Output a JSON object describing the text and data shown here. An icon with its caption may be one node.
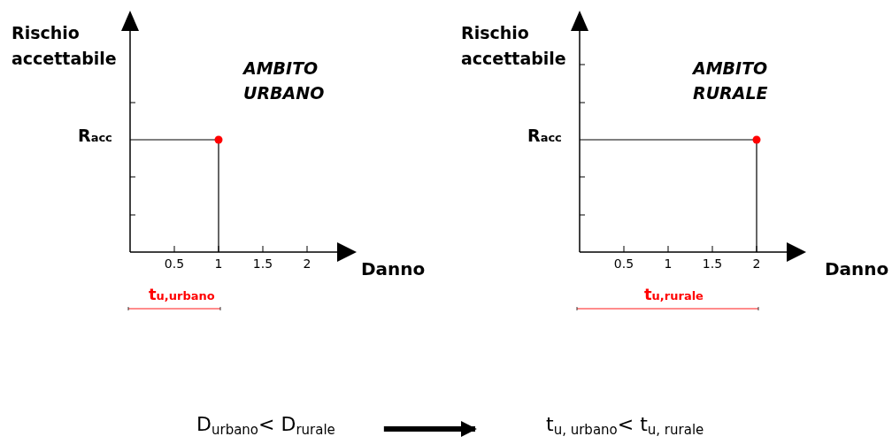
{
  "diagram": {
    "nodes": [
      {
        "text": [
          "D$_{urbano}$< D$_{rurale}$"
        ]
      },
      {
        "text": [
          "t$_{u, urbano}$< t$_{u, rurale}$"
        ]
      }
    ],
    "edges": [
      {
        "from": 0,
        "to": 1,
        "arrow": "to"
      }
    ],
    "labels": [
      "Rischio accettabile",
      "AMBITO URBANO",
      "R$_{acc}$",
      "0.5",
      "1",
      "1.5",
      "2",
      "Danno",
      "t$_{u,urbano}$",
      "Rischio accettabile",
      "AMBITO RURALE",
      "R$_{acc}$",
      "0.5",
      "1",
      "1.5",
      "2",
      "Danno",
      "t$_{u,rurale}$"
    ]
  }
}
